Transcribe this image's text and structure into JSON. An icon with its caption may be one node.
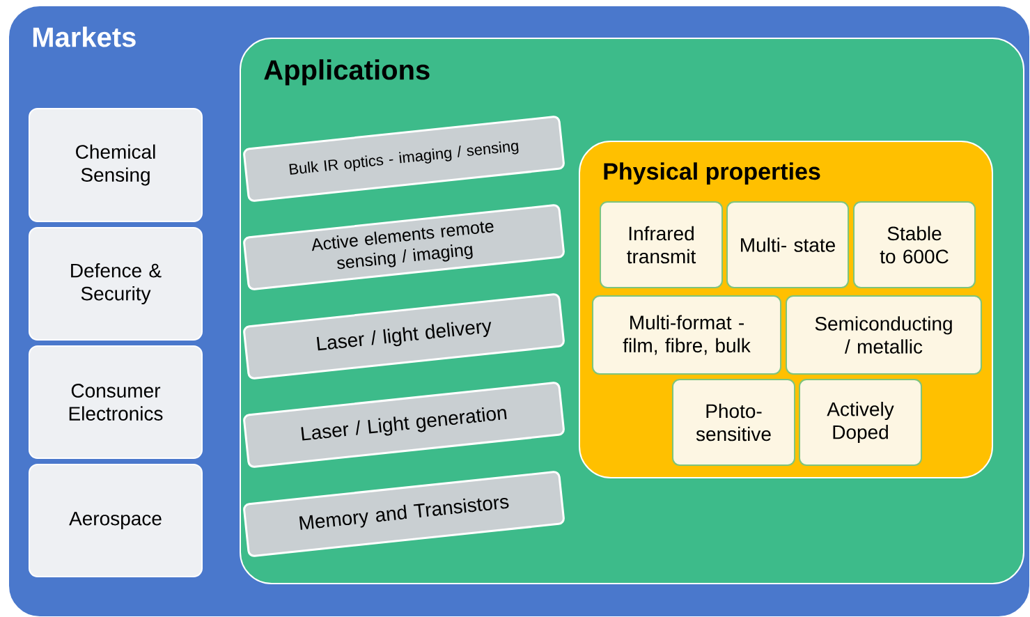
{
  "diagram": {
    "nodes": [
      {
        "text": [
          "Markets"
        ]
      },
      {
        "text": [
          "Chemical Sensing"
        ],
        "in": 0
      },
      {
        "text": [
          "Defence & Security"
        ],
        "in": 0
      },
      {
        "text": [
          "Consumer Electronics"
        ],
        "in": 0
      },
      {
        "text": [
          "Aerospace"
        ],
        "in": 0
      },
      {
        "text": [
          "Applications"
        ],
        "in": 0
      },
      {
        "text": [
          "Bulk IR optics - imaging / sensing"
        ],
        "in": 5
      },
      {
        "text": [
          "Active elements remote sensing / imaging"
        ],
        "in": 5
      },
      {
        "text": [
          "Laser / light delivery"
        ],
        "in": 5
      },
      {
        "text": [
          "Laser / Light generation"
        ],
        "in": 5
      },
      {
        "text": [
          "Memory and Transistors"
        ],
        "in": 5
      },
      {
        "text": [
          "Physical properties"
        ],
        "in": 5
      },
      {
        "text": [
          "Infrared transmit"
        ],
        "in": 11
      },
      {
        "text": [
          "Multi- state"
        ],
        "in": 11
      },
      {
        "text": [
          "Stable to 600C"
        ],
        "in": 11
      },
      {
        "text": [
          "Multi-format - film, fibre, bulk"
        ],
        "in": 11
      },
      {
        "text": [
          "Semiconducting / metallic"
        ],
        "in": 11
      },
      {
        "text": [
          "Photo- sensitive"
        ],
        "in": 11
      },
      {
        "text": [
          "Actively Doped"
        ],
        "in": 11
      }
    ]
  }
}
